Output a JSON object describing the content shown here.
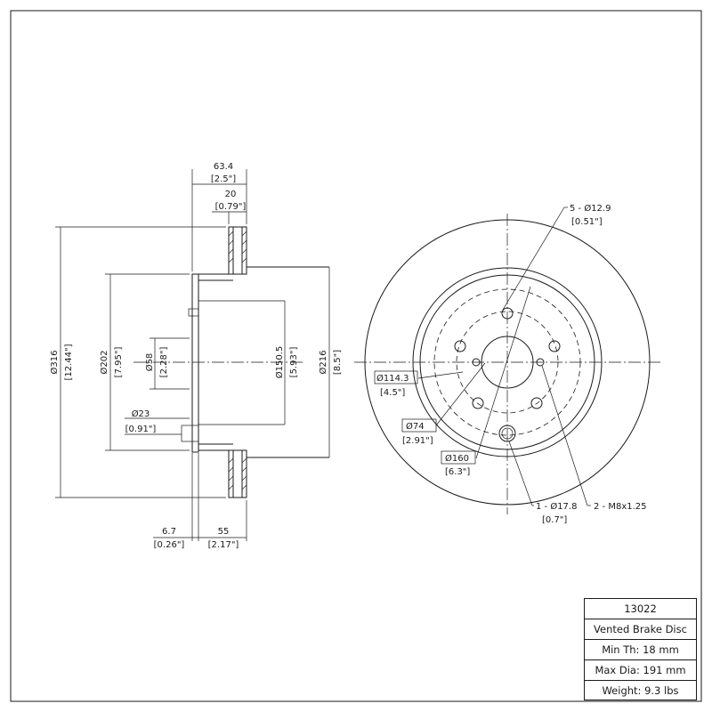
{
  "side_view": {
    "overall_width": "63.4",
    "overall_width_in": "[2.5\"]",
    "rotor_thickness": "20",
    "rotor_thickness_in": "[0.79\"]",
    "outer_diameter": "Ø316",
    "outer_diameter_in": "[12.44\"]",
    "hat_diameter": "Ø202",
    "hat_diameter_in": "[7.95\"]",
    "center_bore": "Ø58",
    "center_bore_in": "[2.28\"]",
    "hub_pilot": "Ø150.5",
    "hub_pilot_in": "[5.93\"]",
    "inner_friction": "Ø216",
    "inner_friction_in": "[8.5\"]",
    "small_hole": "Ø23",
    "small_hole_in": "[0.91\"]",
    "flange_thickness": "6.7",
    "flange_thickness_in": "[0.26\"]",
    "hat_height": "55",
    "hat_height_in": "[2.17\"]"
  },
  "front_view": {
    "lug_holes": "5 - Ø12.9",
    "lug_holes_in": "[0.51\"]",
    "bolt_circle": "Ø114.3",
    "bolt_circle_in": "[4.5\"]",
    "pilot": "Ø74",
    "pilot_in": "[2.91\"]",
    "hat_face": "Ø160",
    "hat_face_in": "[6.3\"]",
    "locator_hole": "1 - Ø17.8",
    "locator_hole_in": "[0.7\"]",
    "screw_holes": "2 - M8x1.25"
  },
  "title_block": {
    "part_number": "13022",
    "description": "Vented Brake Disc",
    "min_thickness": "Min Th: 18 mm",
    "max_diameter": "Max Dia: 191 mm",
    "weight": "Weight: 9.3 lbs"
  }
}
